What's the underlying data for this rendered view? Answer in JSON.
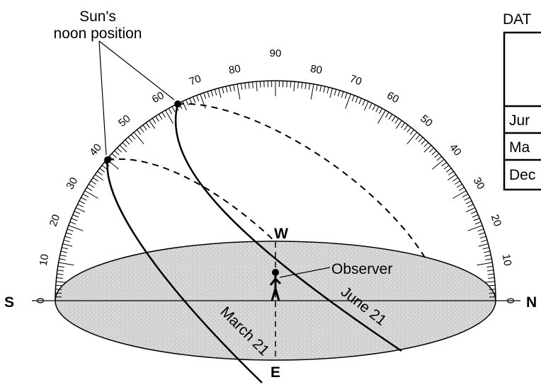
{
  "callout": {
    "line1": "Sun's",
    "line2": "noon position"
  },
  "scale_labels": {
    "left": [
      "0",
      "10",
      "20",
      "30",
      "40",
      "50",
      "60",
      "70",
      "80"
    ],
    "top": "90",
    "right": [
      "80",
      "70",
      "60",
      "50",
      "40",
      "30",
      "20",
      "10",
      "0"
    ]
  },
  "directions": {
    "south": "S",
    "north": "N",
    "west": "W",
    "east": "E"
  },
  "observer_label": "Observer",
  "paths": {
    "march": "March 21",
    "june": "June 21"
  },
  "data_table": {
    "title": "DAT",
    "rows": [
      "Jur",
      "Ma",
      "Dec"
    ]
  },
  "colors": {
    "ink": "#000000",
    "ground": "#dcdcdc",
    "background": "#ffffff"
  }
}
